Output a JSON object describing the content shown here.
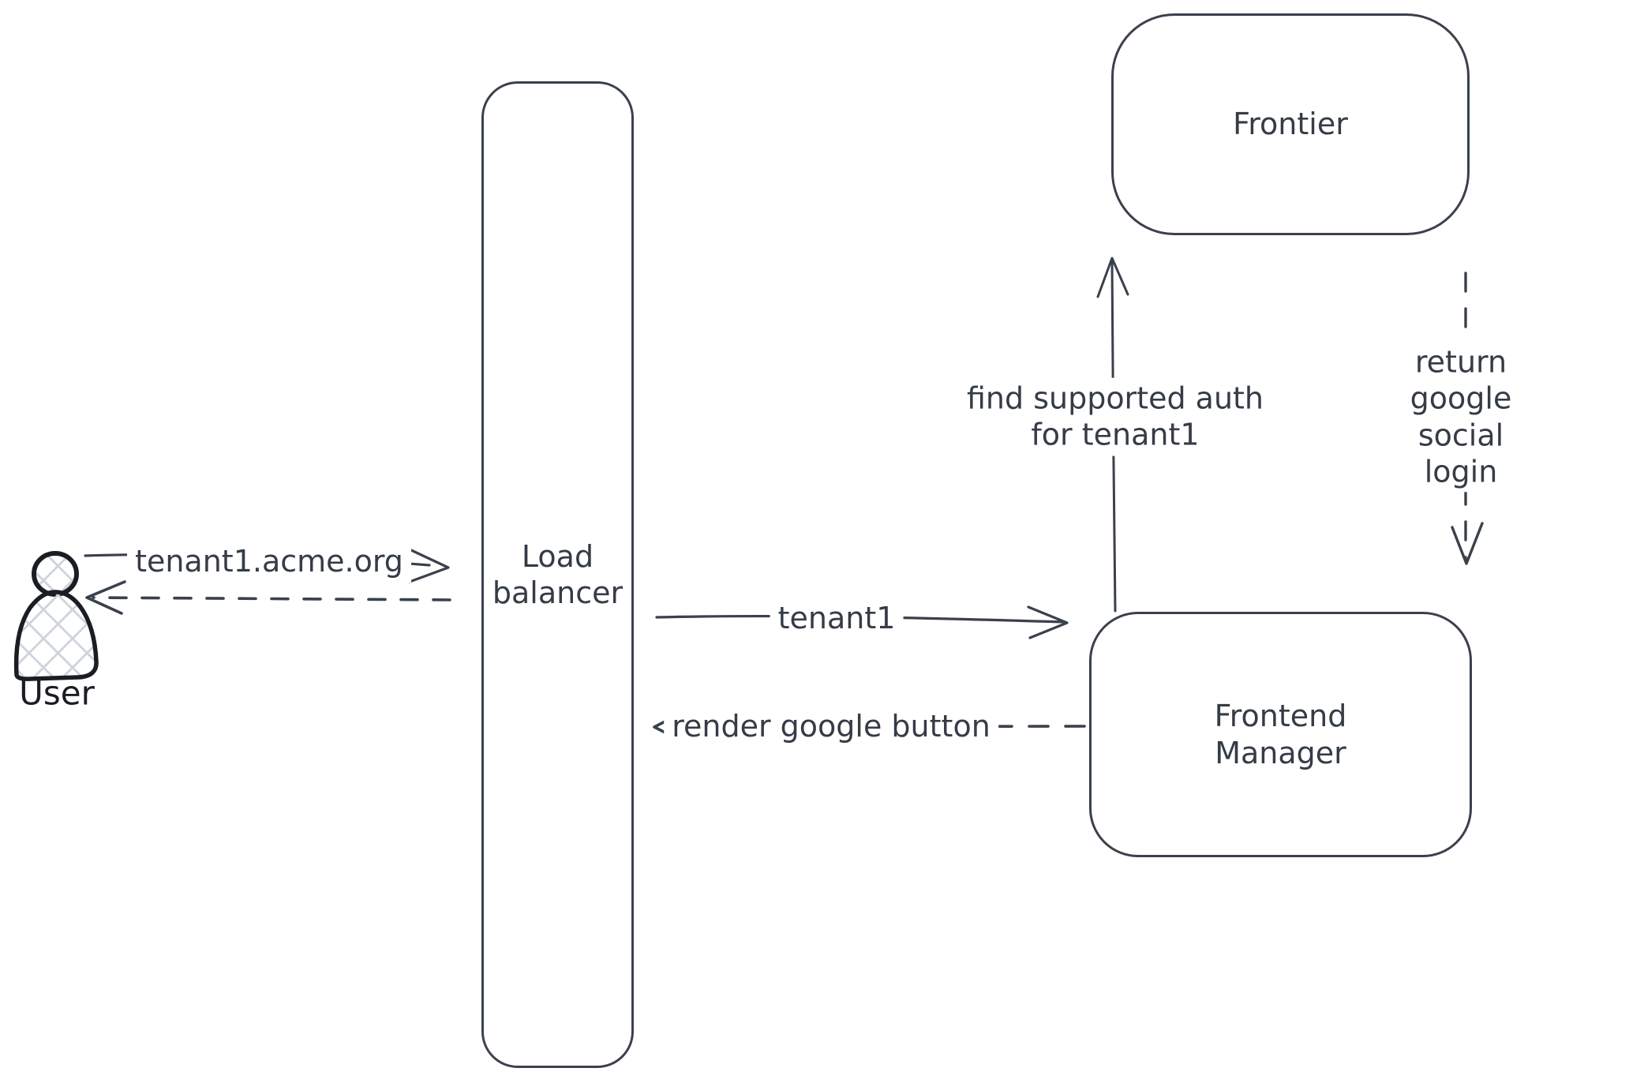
{
  "diagram_type": "sequence-architecture-sketch",
  "colors": {
    "background": "#ffffff",
    "node_stroke": "#3a414c",
    "arrow_stroke": "#3a414c",
    "text": "#353c46",
    "actor_stroke": "#1a1d23",
    "actor_hatch_fill": "#ccd3da"
  },
  "nodes": {
    "user": {
      "label": "User",
      "shape": "person-figure"
    },
    "load_balancer": {
      "label": "Load balancer",
      "shape": "rounded-rectangle"
    },
    "frontier": {
      "label": "Frontier",
      "shape": "rounded-rectangle"
    },
    "frontend_manager": {
      "label": "Frontend Manager",
      "shape": "rounded-rectangle"
    }
  },
  "messages": {
    "user_to_lb": {
      "text": "tenant1.acme.org",
      "style": "solid",
      "direction": "right"
    },
    "lb_to_user": {
      "text": "",
      "style": "dashed",
      "direction": "left"
    },
    "lb_to_fm": {
      "text": "tenant1",
      "style": "solid",
      "direction": "right"
    },
    "fm_to_lb": {
      "text": "render google button",
      "style": "dashed",
      "direction": "left"
    },
    "fm_to_frontier": {
      "line1": "find supported auth",
      "line2": "for tenant1",
      "style": "solid",
      "direction": "up"
    },
    "frontier_to_fm": {
      "line1": "return google social",
      "line2": "login",
      "style": "dashed",
      "direction": "down"
    }
  }
}
